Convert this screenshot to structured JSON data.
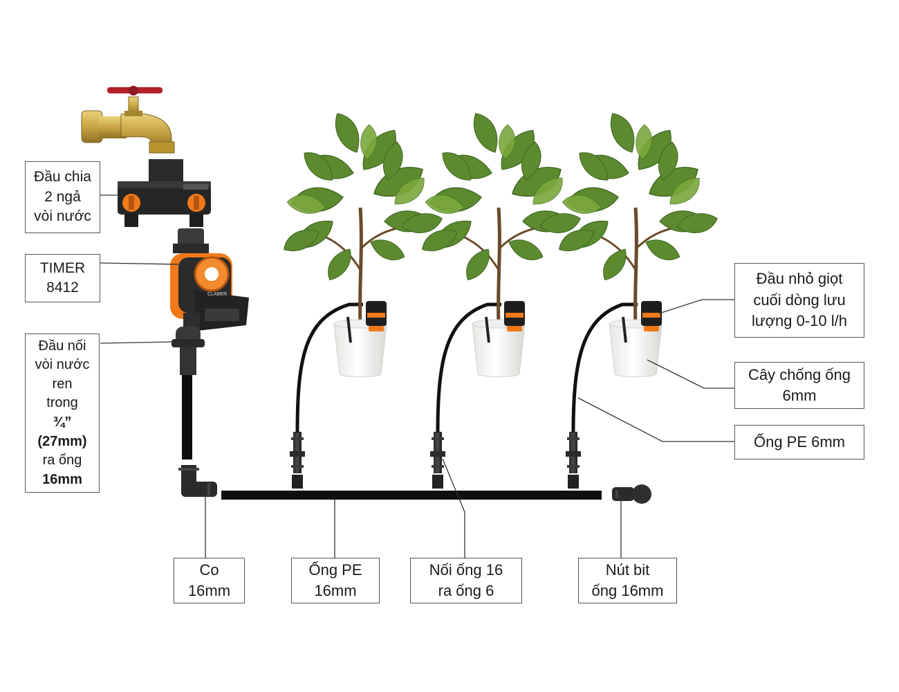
{
  "labels": {
    "splitter": [
      "Đầu chia",
      "2 ngả",
      "vòi nước"
    ],
    "timer": [
      "TIMER",
      "8412"
    ],
    "connector": [
      "Đầu nối",
      "vòi nước",
      "ren",
      "trong",
      "¾”",
      "(27mm)",
      "ra ống",
      "16mm"
    ],
    "elbow": [
      "Co",
      "16mm"
    ],
    "pe16": [
      "Ống PE",
      "16mm"
    ],
    "joint": [
      "Nối ống 16",
      "ra ống 6"
    ],
    "endcap": [
      "Nút bit",
      "ống 16mm"
    ],
    "dripper": [
      "Đầu nhỏ giọt",
      "cuối dòng lưu",
      "lượng 0-10 l/h"
    ],
    "stake": [
      "Cây chống ống",
      "6mm"
    ],
    "pe6": [
      "Ống PE 6mm"
    ]
  },
  "timer_brand": "CLABER",
  "colors": {
    "pipe": "#111111",
    "accent_orange": "#f07a1a",
    "brass": "#c9a544",
    "faucet_handle": "#b3202a",
    "leaf": "#5d8a2f",
    "leaf_dark": "#3f6a22",
    "pot": "#f4f4f2",
    "line": "#333333"
  }
}
